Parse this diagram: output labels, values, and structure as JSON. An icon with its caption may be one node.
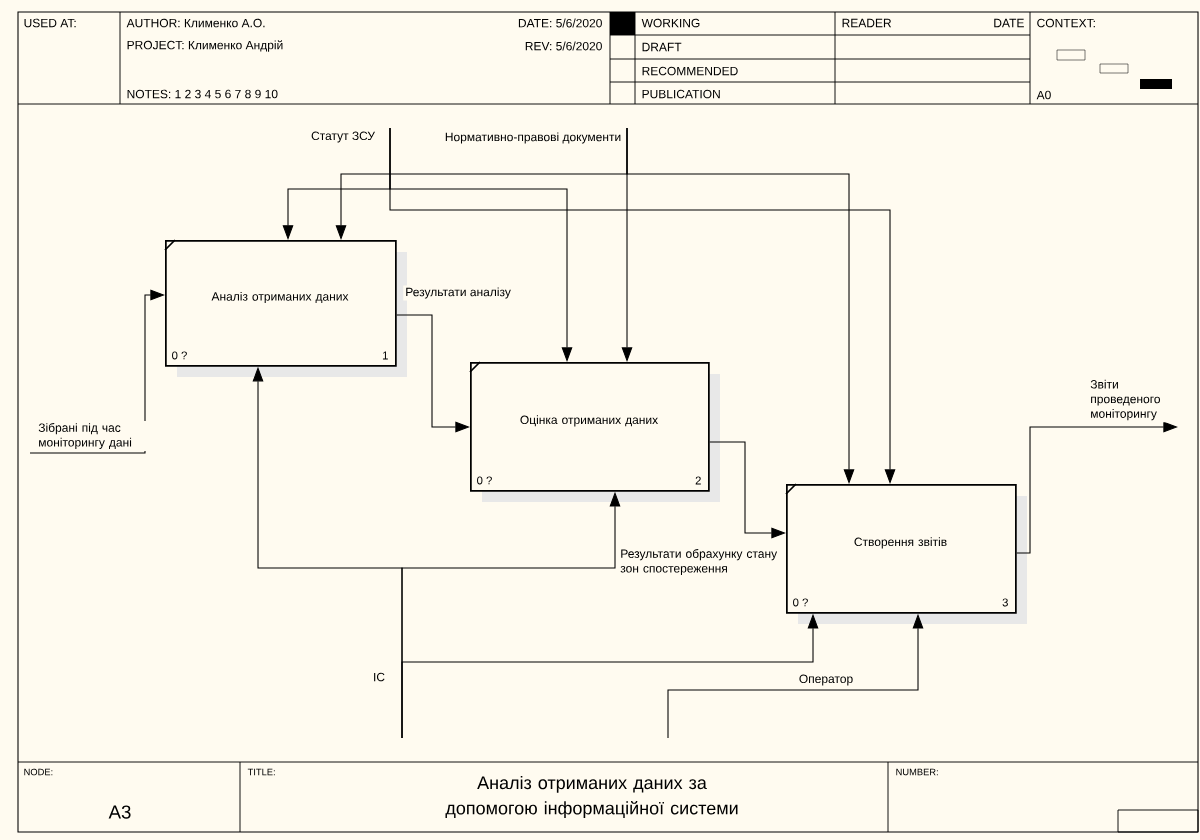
{
  "diagram": {
    "title": "Аналіз отриманих даних за  допомогою інформаційної системи",
    "nodes": [
      {
        "text": [
          "Аналіз отриманих даних",
          "0 ?",
          "1"
        ]
      },
      {
        "text": [
          "Оцінка отриманих даних",
          "0 ?",
          "2"
        ]
      },
      {
        "text": [
          "Створення звітів",
          "0 ?",
          "3"
        ]
      }
    ],
    "edges": [
      {
        "from": null,
        "to": 0,
        "arrow": "to",
        "label": "Зібрані під час моніторингу дані"
      },
      {
        "from": null,
        "to": 0,
        "arrow": "to",
        "label": "Статут ЗСУ"
      },
      {
        "from": null,
        "to": 1,
        "arrow": "to"
      },
      {
        "from": null,
        "to": 2,
        "arrow": "to"
      },
      {
        "from": null,
        "to": 0,
        "arrow": "to",
        "label": "Нормативно-правові документи"
      },
      {
        "from": null,
        "to": 1,
        "arrow": "to"
      },
      {
        "from": null,
        "to": 2,
        "arrow": "to"
      },
      {
        "from": 0,
        "to": 1,
        "arrow": "to",
        "label": "Результати аналізу"
      },
      {
        "from": 1,
        "to": 2,
        "arrow": "to",
        "label": "Результати обрахунку стану зон спостереження"
      },
      {
        "from": 2,
        "to": null,
        "arrow": "to",
        "label": "Звіти проведеного моніторингу"
      },
      {
        "from": null,
        "to": 0,
        "arrow": "to",
        "label": "IC"
      },
      {
        "from": null,
        "to": 1,
        "arrow": "to"
      },
      {
        "from": null,
        "to": 2,
        "arrow": "to"
      },
      {
        "from": null,
        "to": 2,
        "arrow": "to",
        "label": "Оператор"
      }
    ],
    "labels": [
      "USED AT:",
      "AUTHOR:  Клименко А.О.",
      "DATE:  5/6/2020",
      "WORKING",
      "READER",
      "DATE",
      "CONTEXT:",
      "PROJECT:  Клименко Андрій",
      "REV:  5/6/2020",
      "DRAFT",
      "RECOMMENDED",
      "NOTES:  1 2 3 4 5 6 7 8 9 10",
      "PUBLICATION",
      "A0",
      "NODE:",
      "TITLE:",
      "NUMBER:",
      "A3"
    ]
  }
}
